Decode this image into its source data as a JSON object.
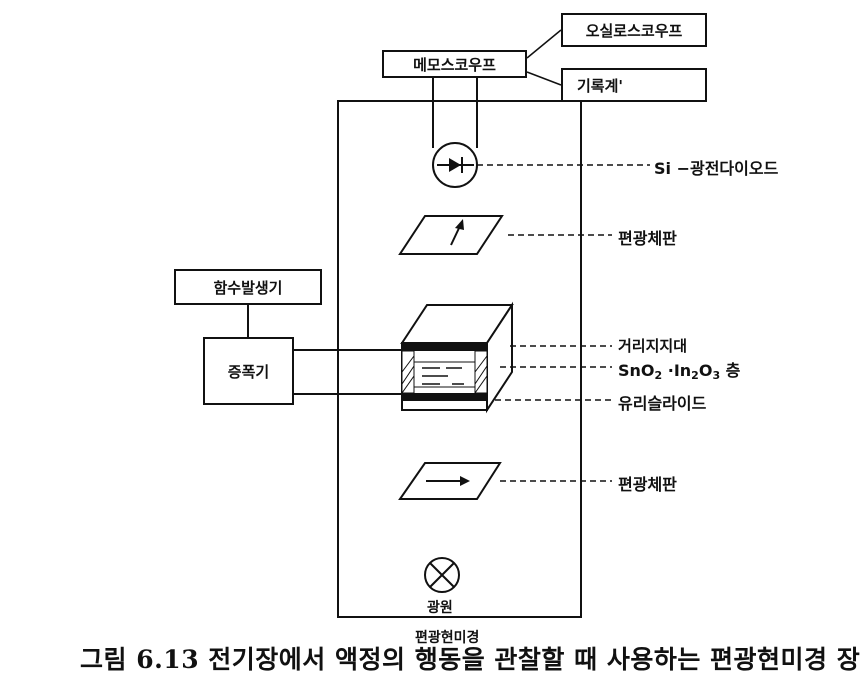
{
  "boxes": {
    "oscilloscope": "오실로스코우프",
    "memoscope": "메모스코우프",
    "recorder": "기록계'",
    "function_generator": "함수발생기",
    "amplifier": "증폭기"
  },
  "labels": {
    "photodiode": "Si −광전다이오드",
    "polarizer_top": "편광체판",
    "spacer": "거리지지대",
    "sno2_part1": "SnO",
    "sno2_sub": "2",
    "in2o3_part1": " ·In",
    "in2o3_sub1": "2",
    "in2o3_part2": "O",
    "in2o3_sub2": "3",
    "in2o3_tail": " 층",
    "glass_slide": "유리슬라이드",
    "polarizer_bottom": "편광체판",
    "light_source": "광원",
    "microscope": "편광현미경"
  },
  "caption": "그림 6.13 전기장에서 액정의 행동을 관찰할 때 사용하는 편광현미경 장"
}
